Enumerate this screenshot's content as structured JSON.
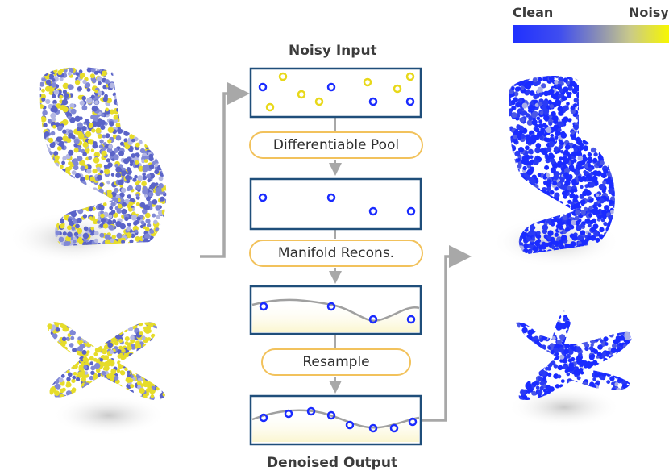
{
  "legend": {
    "clean_label": "Clean",
    "noisy_label": "Noisy",
    "clean_color": "#1a2bff",
    "noisy_color": "#f5f500"
  },
  "pipeline": {
    "input_label": "Noisy Input",
    "output_label": "Denoised Output",
    "steps": [
      "Differentiable Pool",
      "Manifold Recons.",
      "Resample"
    ]
  },
  "colors": {
    "box_border": "#1f4e7a",
    "pill_border": "#f2c25c",
    "clean_point": "#1a2bff",
    "noisy_point": "#e8d81a",
    "arrow": "#a8a8a8",
    "manifold_fill": "#fdf9d8"
  },
  "illustrations": {
    "left_top": "noisy-chair-pointcloud",
    "left_bottom": "noisy-airplane-pointcloud",
    "right_top": "denoised-chair-pointcloud",
    "right_bottom": "denoised-airplane-pointcloud"
  }
}
